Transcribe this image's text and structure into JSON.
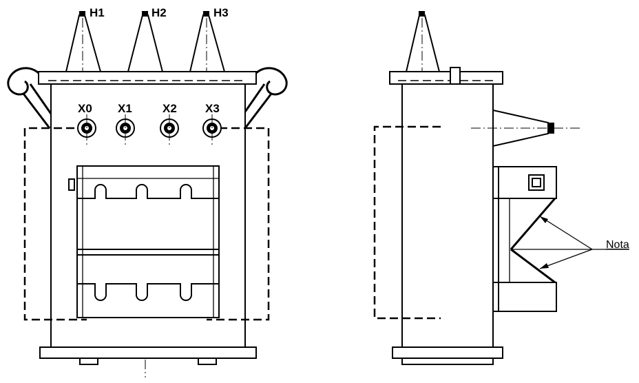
{
  "front_view": {
    "hv_bushings": [
      "H1",
      "H2",
      "H3"
    ],
    "lv_bushings": [
      "X0",
      "X1",
      "X2",
      "X3"
    ]
  },
  "side_view": {
    "note_label": "Nota"
  }
}
